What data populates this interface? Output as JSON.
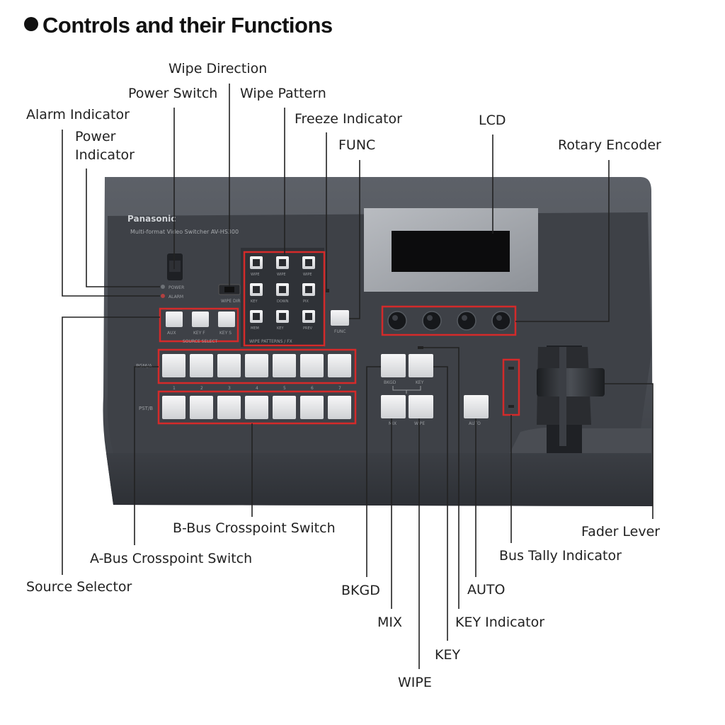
{
  "title": "Controls and their Functions",
  "device": {
    "brand": "Panasonic",
    "model_line": "Multi-format Video Switcher  AV-HS300",
    "power_label": "POWER",
    "alarm_label": "ALARM",
    "wipe_dir_label": "WIPE DIR",
    "source_select_label": "SOURCE SELECT",
    "source_buttons": [
      "AUX",
      "KEY F",
      "KEY S"
    ],
    "pgm_label": "PGM/A",
    "pst_label": "PST/B",
    "crosspoint_numbers": [
      "1",
      "2",
      "3",
      "4",
      "5",
      "6",
      "7"
    ],
    "wipe_pattern_caption": "WIPE PATTERNS / FX",
    "wipe_buttons": [
      "WIPE",
      "WIPE",
      "WIPE",
      "KEY",
      "DOWN",
      "PIX",
      "MEM",
      "KEY",
      "PREV"
    ],
    "func_label": "FUNC",
    "bkgd_label": "BKGD",
    "key_label": "KEY",
    "mix_label": "MIX",
    "wipe_label": "WIPE",
    "auto_label": "AUTO"
  },
  "callouts": {
    "wipe_direction": "Wipe Direction",
    "power_switch": "Power Switch",
    "wipe_pattern": "Wipe Pattern",
    "alarm_indicator": "Alarm Indicator",
    "freeze_indicator": "Freeze Indicator",
    "lcd": "LCD",
    "power_indicator_1": "Power",
    "power_indicator_2": "Indicator",
    "func": "FUNC",
    "rotary_encoder": "Rotary Encoder",
    "b_bus": "B-Bus Crosspoint Switch",
    "fader_lever": "Fader Lever",
    "a_bus": "A-Bus Crosspoint Switch",
    "bus_tally": "Bus Tally Indicator",
    "source_selector": "Source Selector",
    "bkgd": "BKGD",
    "auto": "AUTO",
    "mix": "MIX",
    "key_indicator": "KEY Indicator",
    "key": "KEY",
    "wipe": "WIPE"
  },
  "colors": {
    "panel": "#3c3f45",
    "panel_light": "#5b5f66",
    "highlight_box": "#d42a2a",
    "button": "#e9eaec",
    "leader": "#222222"
  }
}
